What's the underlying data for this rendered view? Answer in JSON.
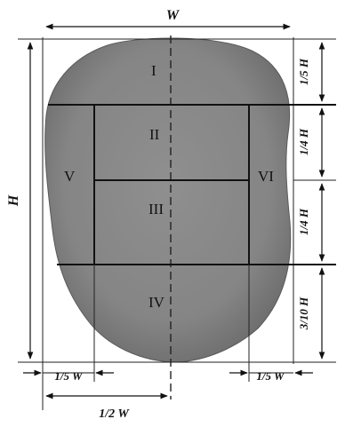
{
  "figure": {
    "colors": {
      "background": "#ffffff",
      "object_fill": "#8a8a8a",
      "object_shade": "#6f6f6f",
      "lines": "#111111"
    },
    "dimensions": {
      "width": "W",
      "height": "H",
      "right": [
        "1/5 H",
        "1/4 H",
        "1/4 H",
        "3/10 H"
      ],
      "bottom_left": "1/5 W",
      "bottom_right": "1/5 W",
      "bottom_half": "1/2 W"
    },
    "regions": [
      "I",
      "II",
      "III",
      "IV",
      "V",
      "VI"
    ]
  }
}
